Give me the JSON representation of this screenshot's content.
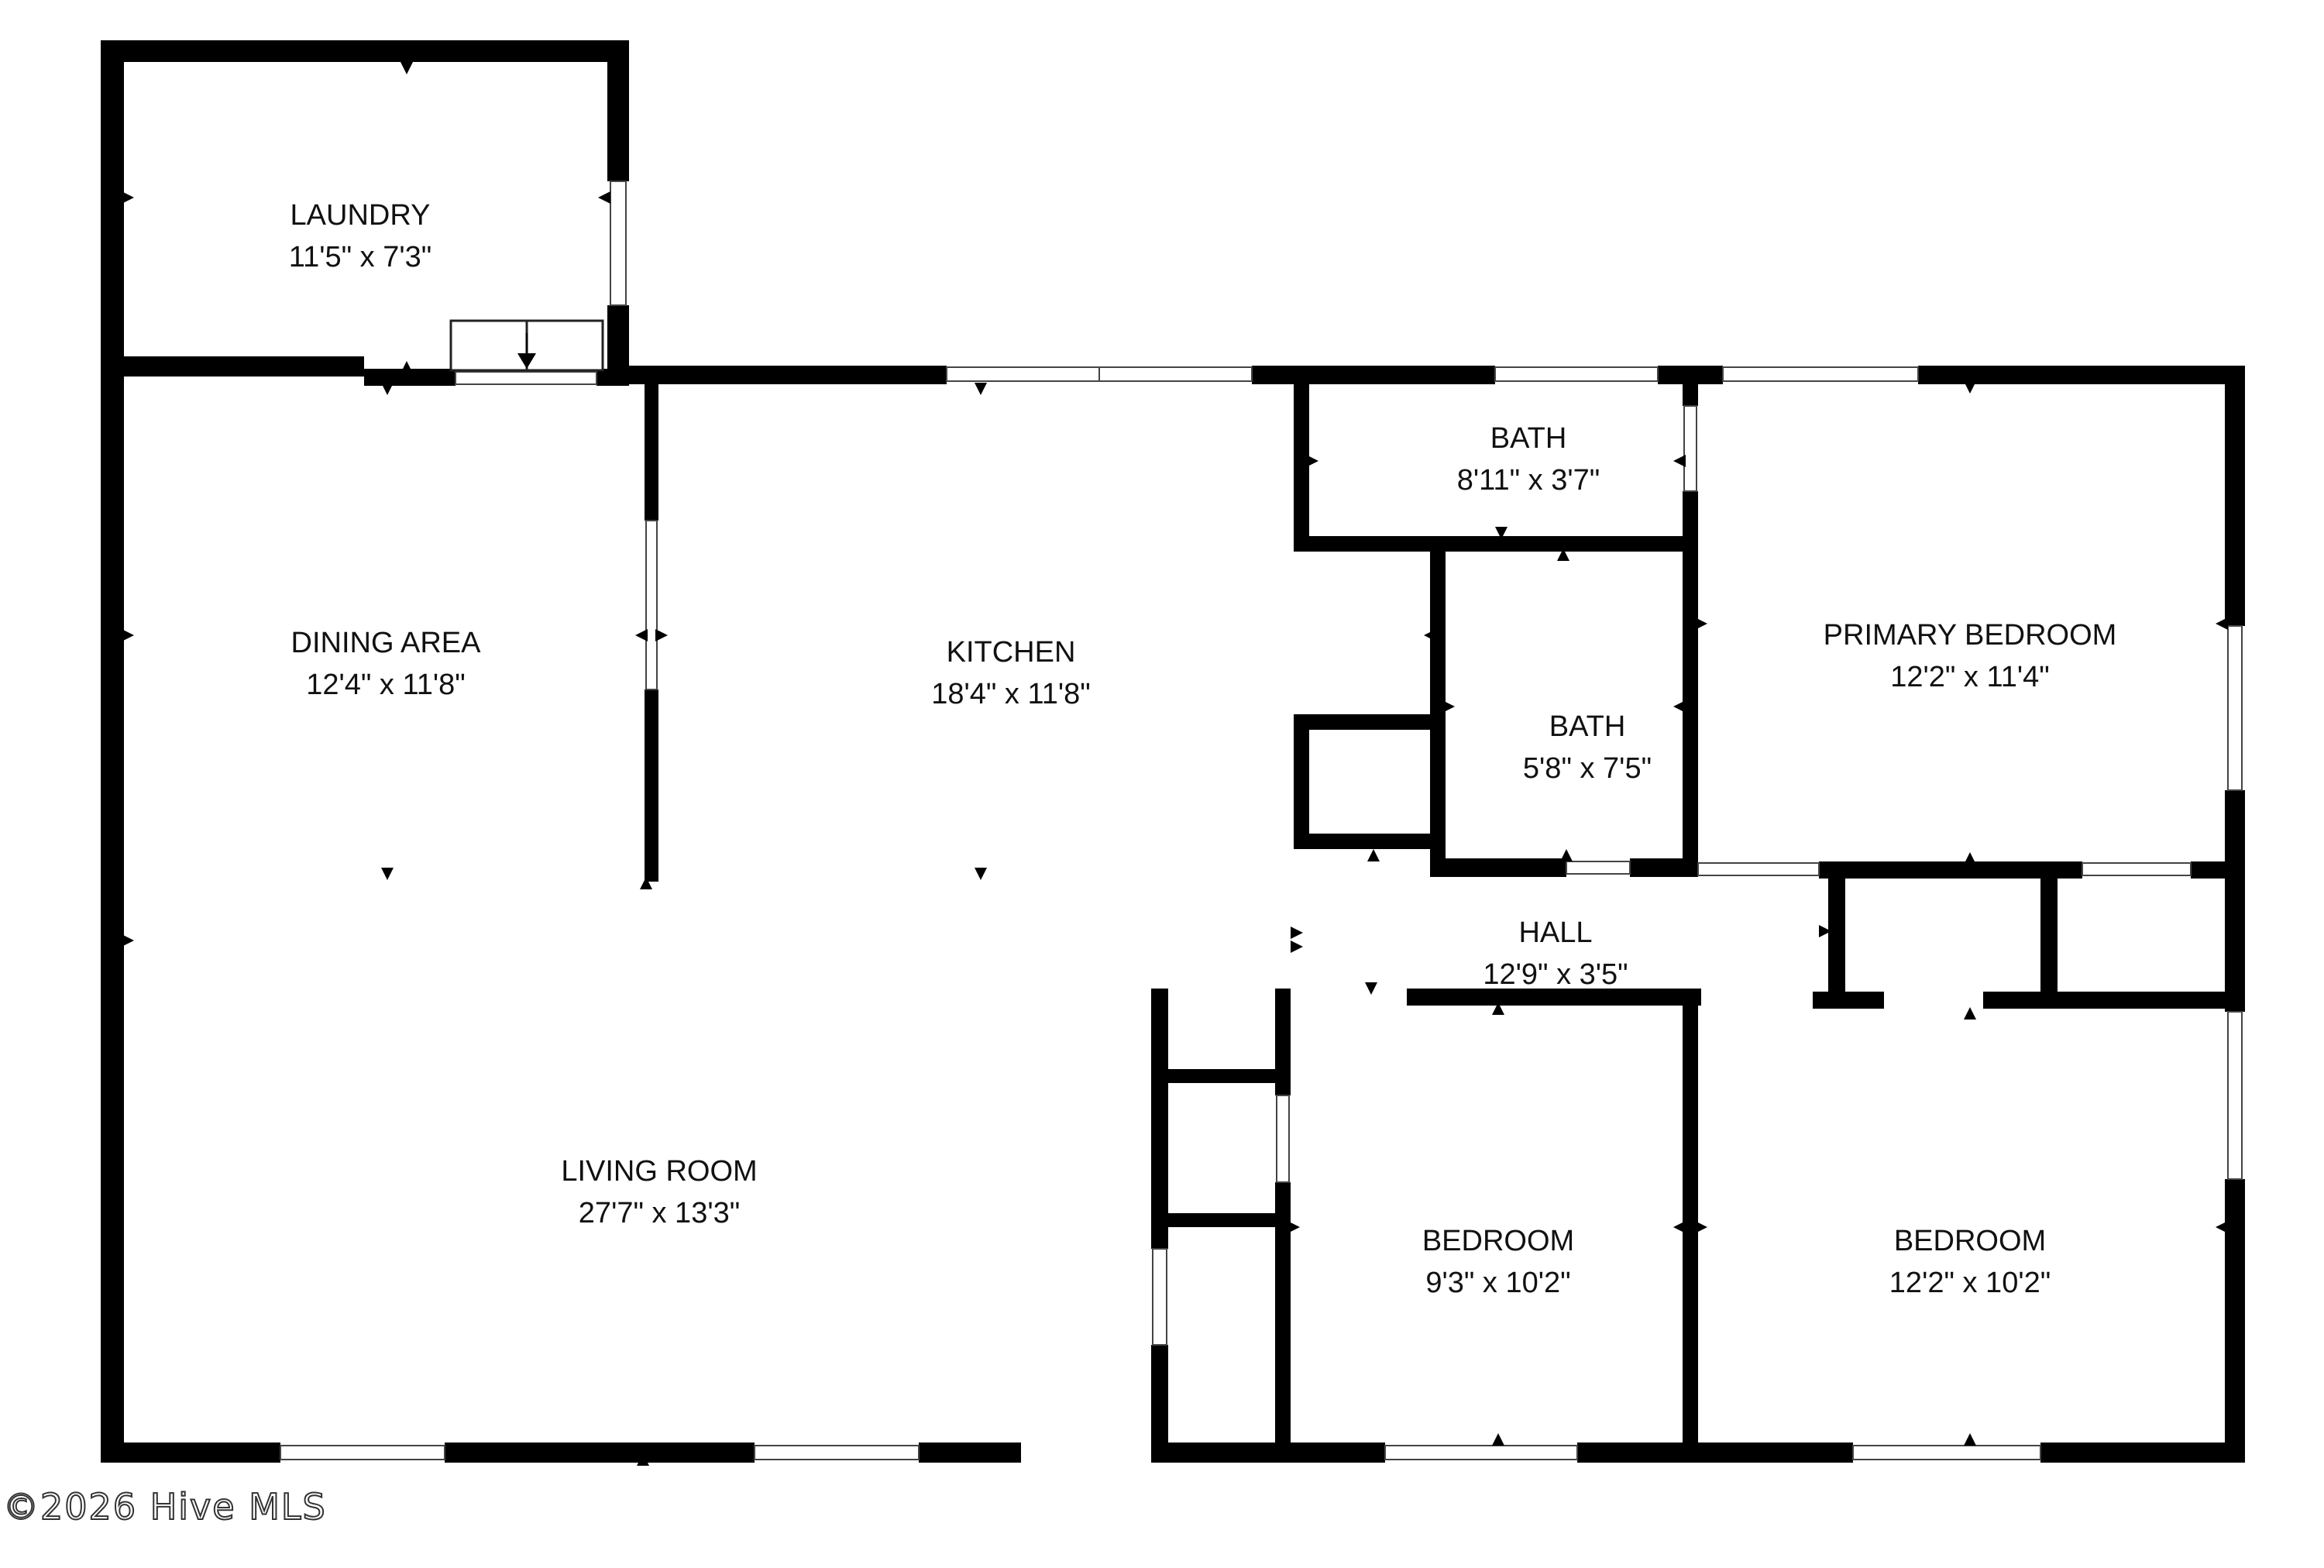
{
  "colors": {
    "wall": "#000000",
    "window_fill": "#ffffff",
    "window_stroke": "#444444",
    "background": "#ffffff"
  },
  "rooms": [
    {
      "id": "laundry",
      "name": "LAUNDRY",
      "dims": "11'5\" x 7'3\""
    },
    {
      "id": "dining",
      "name": "DINING AREA",
      "dims": "12'4\" x 11'8\""
    },
    {
      "id": "kitchen",
      "name": "KITCHEN",
      "dims": "18'4\" x 11'8\""
    },
    {
      "id": "bath-top",
      "name": "BATH",
      "dims": "8'11\" x 3'7\""
    },
    {
      "id": "bath-mid",
      "name": "BATH",
      "dims": "5'8\" x 7'5\""
    },
    {
      "id": "primary-bedroom",
      "name": "PRIMARY BEDROOM",
      "dims": "12'2\" x 11'4\""
    },
    {
      "id": "hall",
      "name": "HALL",
      "dims": "12'9\" x 3'5\""
    },
    {
      "id": "living-room",
      "name": "LIVING ROOM",
      "dims": "27'7\" x 13'3\""
    },
    {
      "id": "bedroom-center",
      "name": "BEDROOM",
      "dims": "9'3\" x 10'2\""
    },
    {
      "id": "bedroom-right",
      "name": "BEDROOM",
      "dims": "12'2\" x 10'2\""
    }
  ],
  "footer": {
    "copyright": "©2026 Hive MLS"
  }
}
